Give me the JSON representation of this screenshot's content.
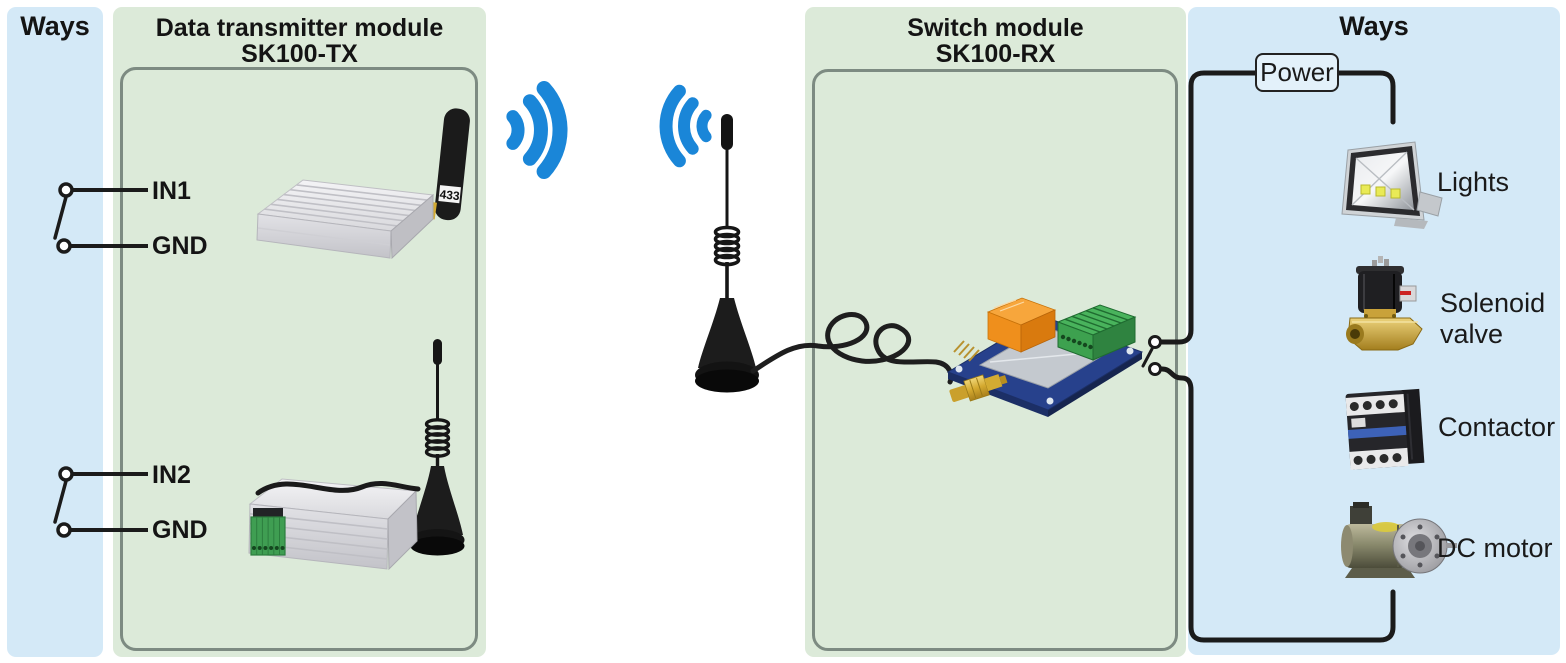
{
  "left_ways_panel": {
    "title": "Ways"
  },
  "tx_panel": {
    "title_line1": "Data transmitter module",
    "title_line2": "SK100-TX",
    "channel1": {
      "input_label": "IN1",
      "ground_label": "GND"
    },
    "channel2": {
      "input_label": "IN2",
      "ground_label": "GND"
    },
    "antenna_band_label": "433"
  },
  "rx_panel": {
    "title_line1": "Switch module",
    "title_line2": "SK100-RX"
  },
  "right_ways_panel": {
    "title": "Ways",
    "power_label": "Power",
    "devices": [
      {
        "label": "Lights"
      },
      {
        "label": "Solenoid valve"
      },
      {
        "label": "Contactor"
      },
      {
        "label": "DC motor"
      }
    ]
  },
  "icons": {
    "wifi_signal_left": "wifi-arcs-icon",
    "wifi_signal_right": "wifi-arcs-icon"
  },
  "colors": {
    "panel_blue": "#d4e9f7",
    "panel_green": "#dcead9",
    "inner_border": "#7d8b82",
    "wire": "#1b1b1b",
    "wifi_blue": "#1a86d8",
    "relay_orange": "#ef8f1c",
    "pcb_blue": "#27418c",
    "terminal_green": "#3da14f"
  }
}
